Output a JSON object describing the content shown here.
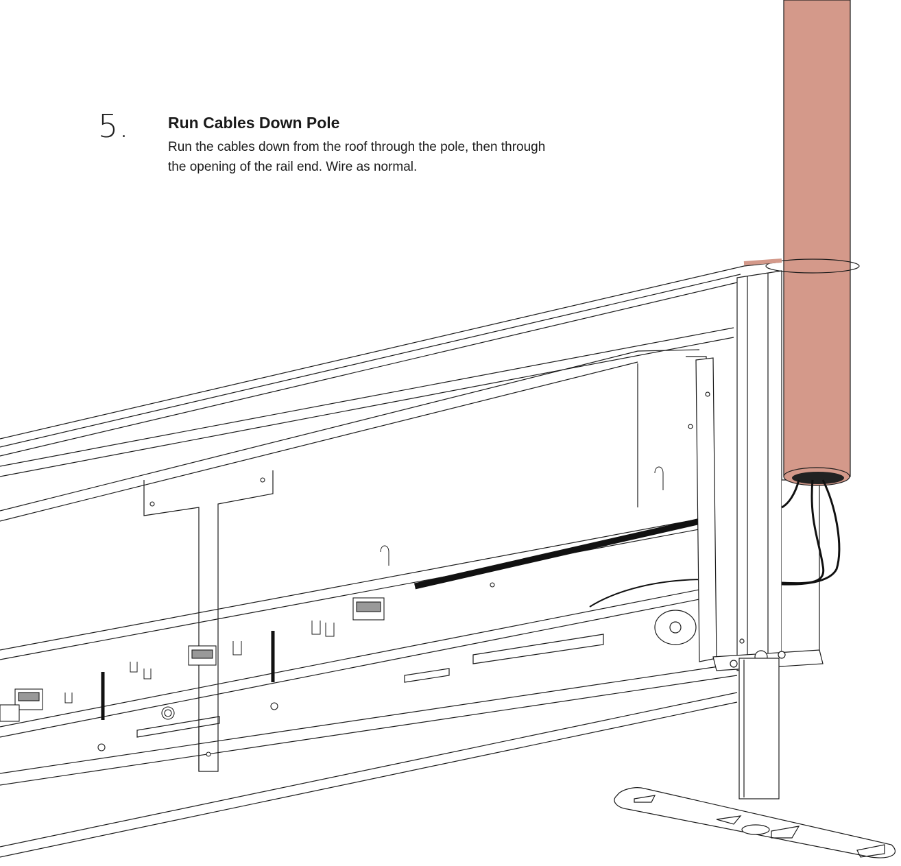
{
  "step": {
    "number": "5.",
    "title": "Run Cables Down Pole",
    "description": "Run the cables down from the roof through the pole, then through the opening of the rail end. Wire as normal."
  },
  "illustration": {
    "pole_color": "#D4998A",
    "line_color": "#1a1a1a",
    "cable_color": "#111111"
  }
}
